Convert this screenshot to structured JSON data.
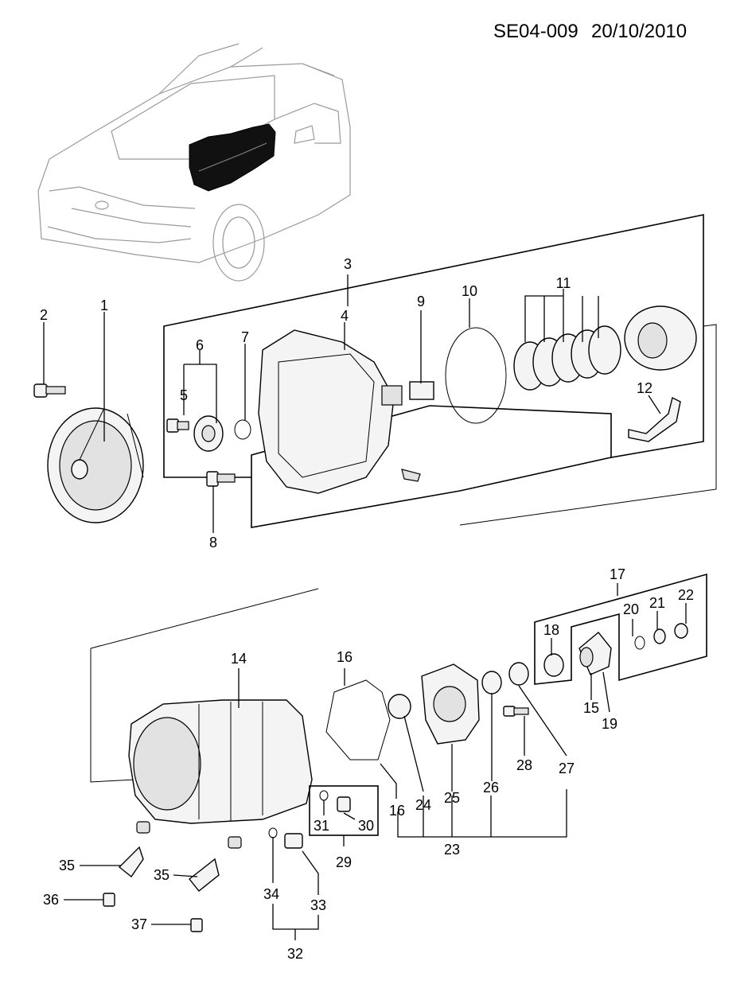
{
  "header": {
    "reference": "SE04-009",
    "date": "20/10/2010"
  },
  "callouts": {
    "c1": "1",
    "c2": "2",
    "c3": "3",
    "c4": "4",
    "c5": "5",
    "c6": "6",
    "c7": "7",
    "c8": "8",
    "c9": "9",
    "c10": "10",
    "c11": "11",
    "c12": "12",
    "c14": "14",
    "c15": "15",
    "c16a": "16",
    "c16b": "16",
    "c17": "17",
    "c18": "18",
    "c19": "19",
    "c20": "20",
    "c21": "21",
    "c22": "22",
    "c23": "23",
    "c24": "24",
    "c25": "25",
    "c26": "26",
    "c27": "27",
    "c28": "28",
    "c29": "29",
    "c30": "30",
    "c31": "31",
    "c32": "32",
    "c33": "33",
    "c34": "34",
    "c35a": "35",
    "c35b": "35",
    "c36": "36",
    "c37": "37"
  }
}
